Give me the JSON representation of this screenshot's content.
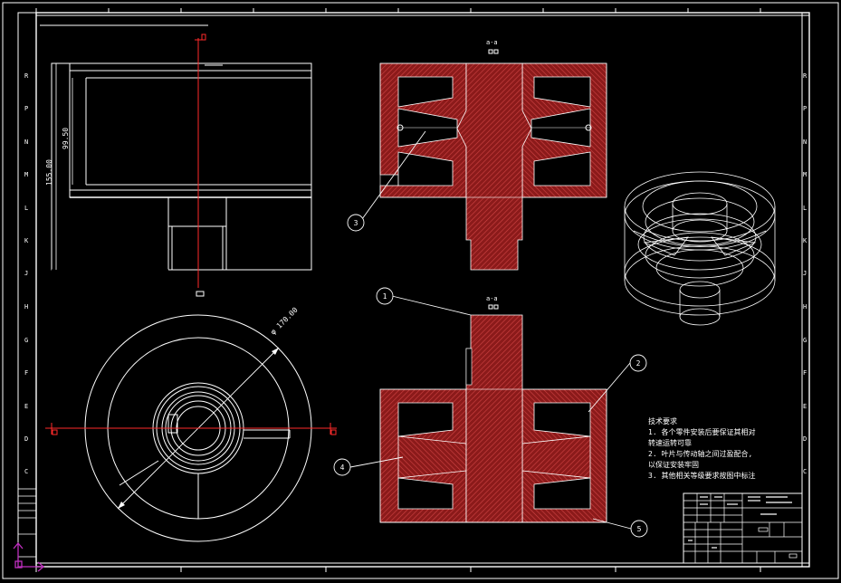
{
  "frame": {
    "zone_letters": [
      "R",
      "P",
      "N",
      "M",
      "L",
      "K",
      "J",
      "H",
      "G",
      "F",
      "E",
      "D",
      "C"
    ]
  },
  "colors": {
    "background": "#000000",
    "line": "#ffffff",
    "section_fill": "#8b1a1a",
    "hatch": "#cc3b3b",
    "centerline": "#ff2a2a",
    "yellow": "#e6d21a",
    "ucs": "#c02fc0"
  },
  "dimensions": {
    "height_outer": "155.00",
    "height_inner": "99.50",
    "diameter": "φ 170.00"
  },
  "section_labels": {
    "top": "a-a",
    "bottom": "a-a"
  },
  "balloons": [
    "1",
    "2",
    "3",
    "4",
    "5"
  ],
  "notes": {
    "title": "技术要求",
    "lines": [
      "1. 各个零件安装后要保证其相对",
      "   转速运转可靠",
      "2. 叶片与传动轴之间过盈配合,",
      "   以保证安装牢固",
      "3. 其他相关等级要求按图中标注"
    ]
  }
}
